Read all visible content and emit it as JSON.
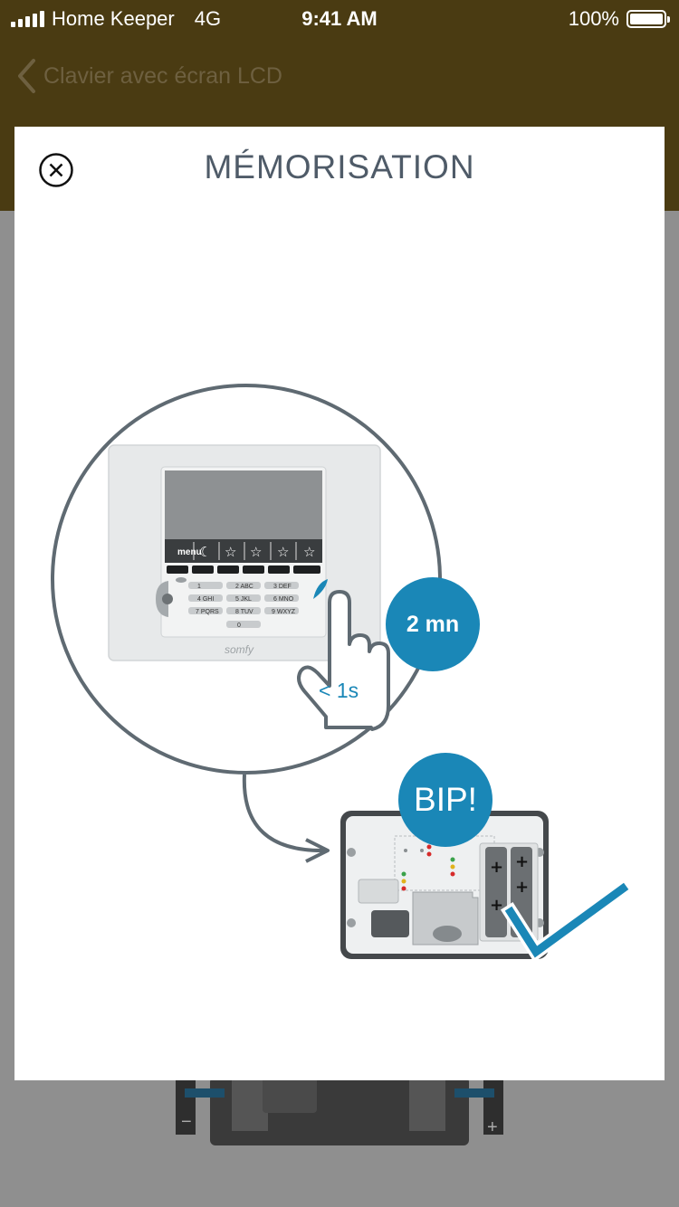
{
  "status_bar": {
    "carrier": "Home Keeper",
    "network": "4G",
    "time": "9:41 AM",
    "battery": "100%"
  },
  "nav": {
    "back_title": "Clavier avec écran LCD"
  },
  "modal": {
    "title": "MÉMORISATION",
    "close_icon": "close-circle-icon",
    "illustration": {
      "keypad_menu_label": "menu",
      "keypad_brand": "somfy",
      "keys": [
        "1",
        "2 ABC",
        "3 DEF",
        "4 GHI",
        "5 JKL",
        "6 MNO",
        "7 PQRS",
        "8 TUV",
        "9 WXYZ",
        "0"
      ],
      "timer_badge": "2 mn",
      "press_duration": "< 1s",
      "beep_badge": "BIP!"
    }
  },
  "colors": {
    "accent": "#1a87b7",
    "title": "#4f5b68",
    "header": "#4a3b12"
  }
}
